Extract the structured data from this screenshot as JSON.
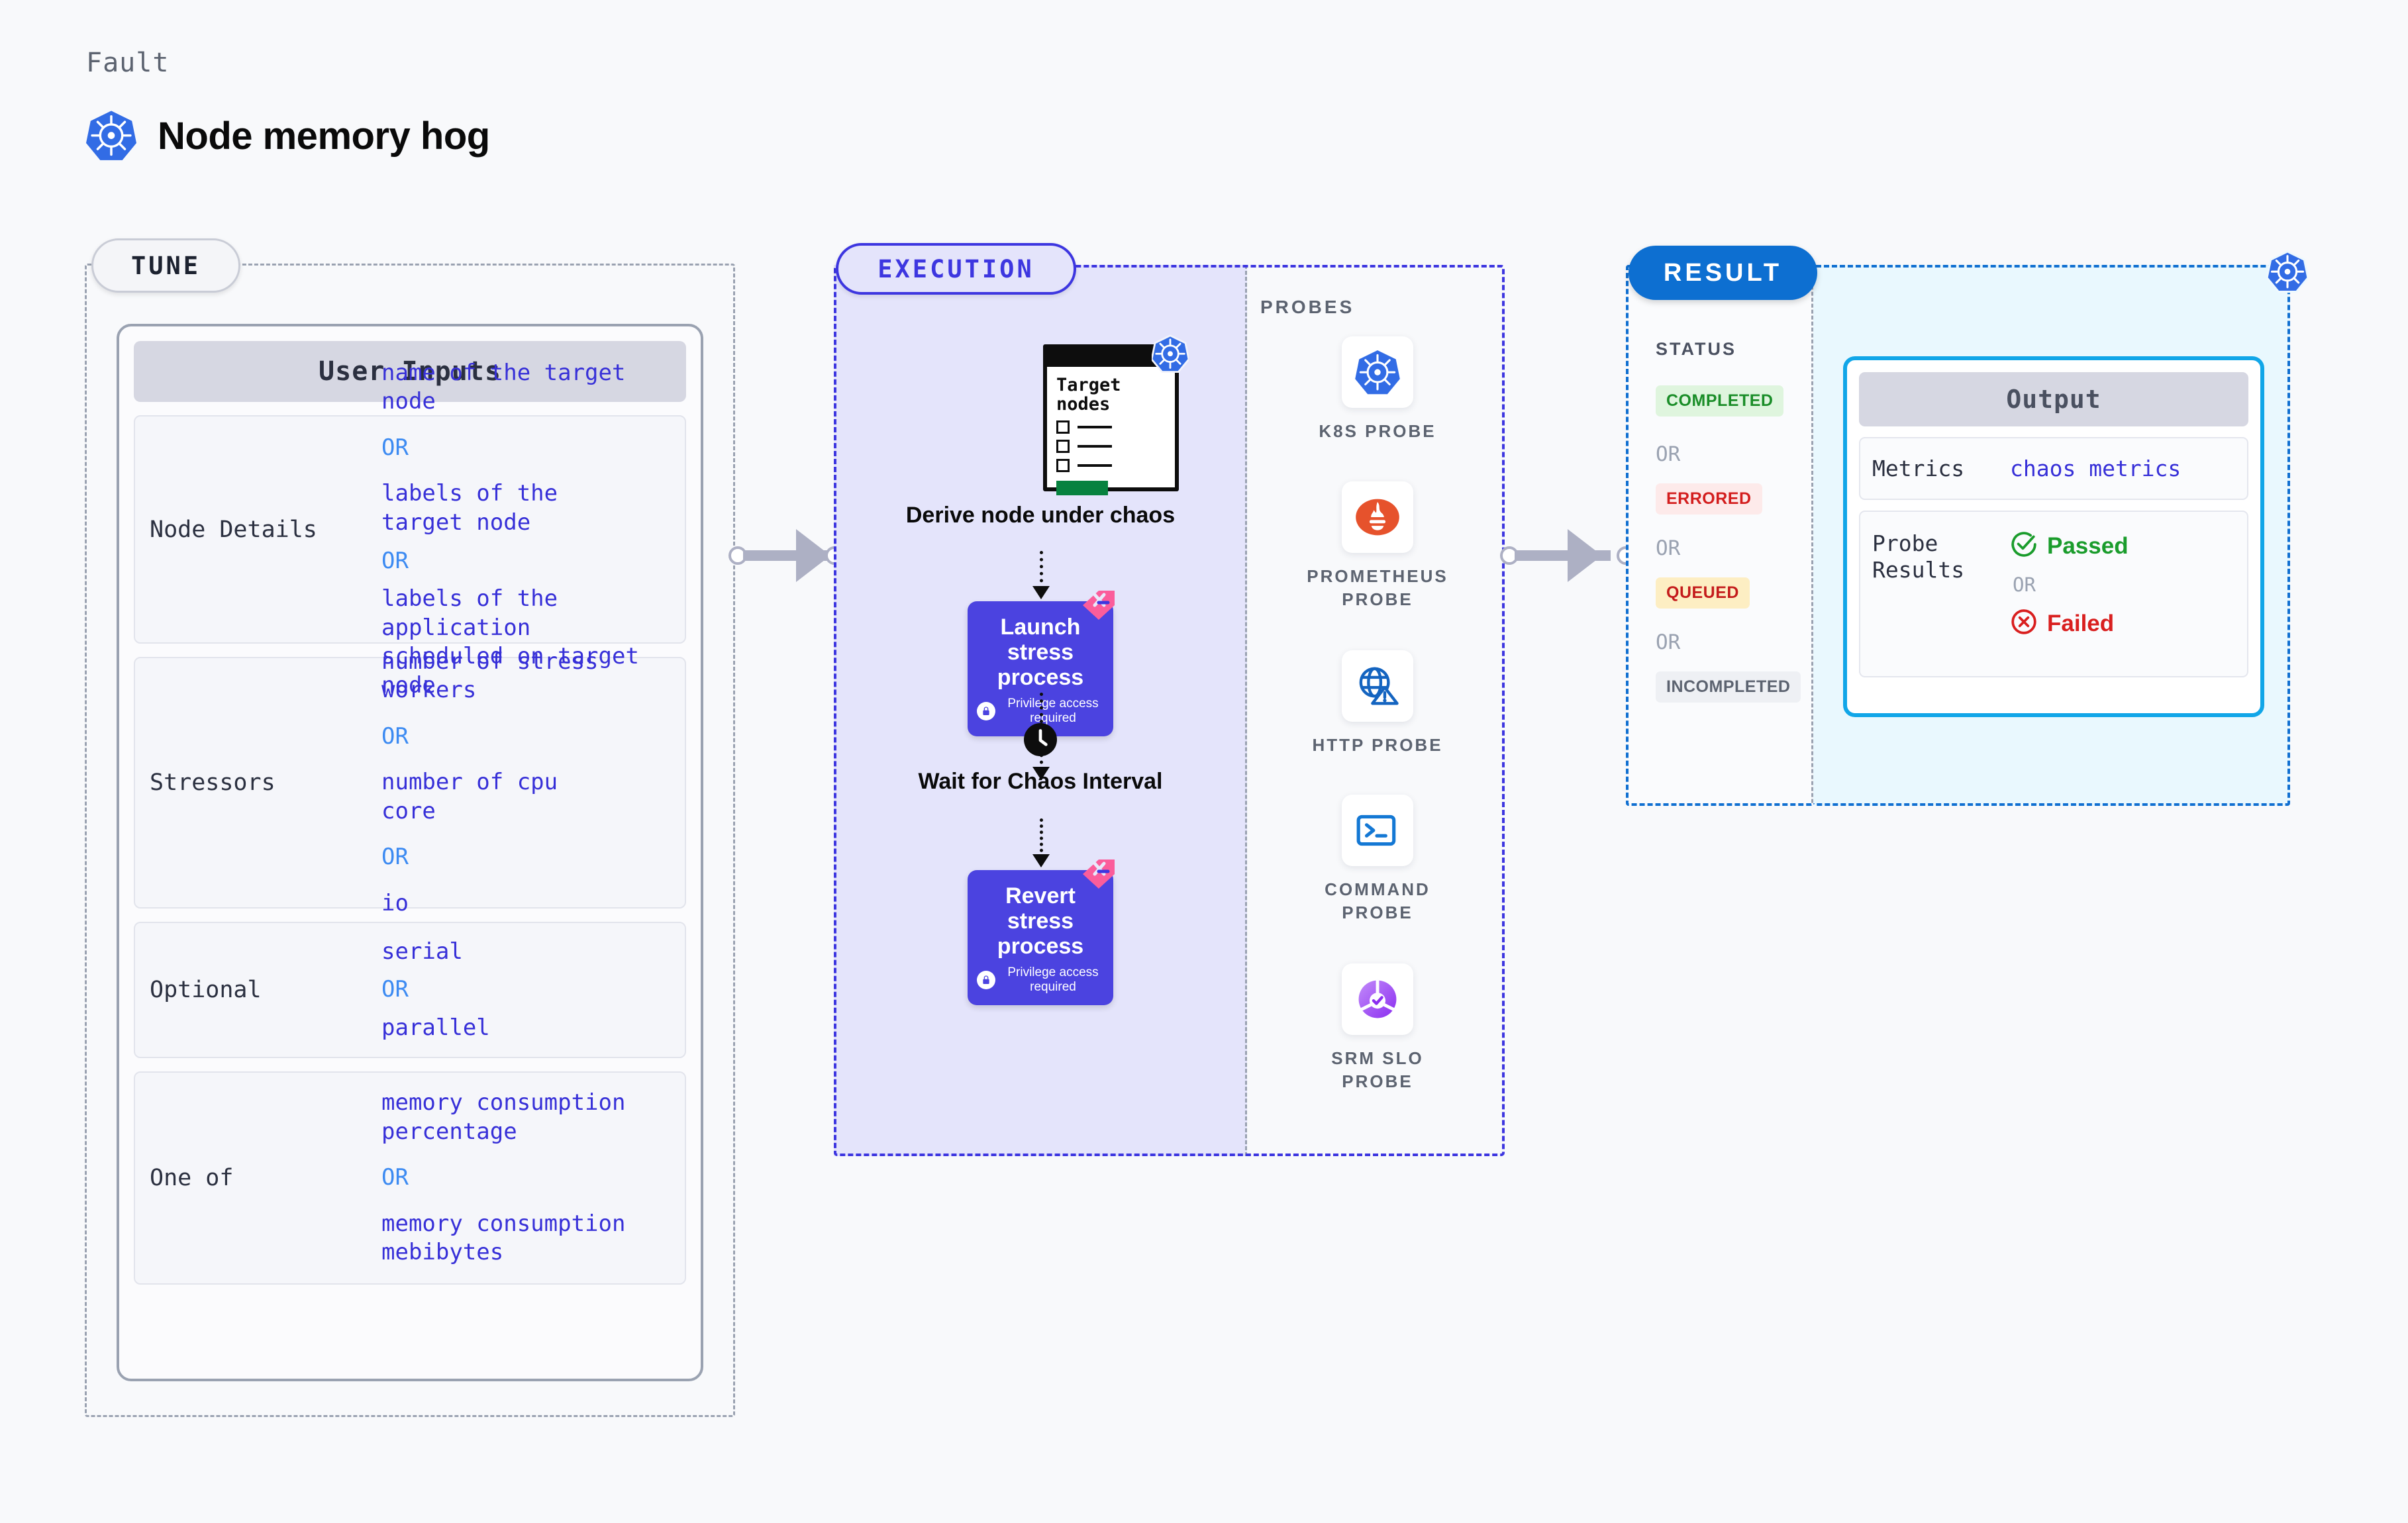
{
  "header": {
    "kicker": "Fault",
    "title": "Node memory hog",
    "icon": "kubernetes-icon"
  },
  "colors": {
    "accent_indigo": "#3d36e0",
    "process_box": "#4b43e0",
    "result_blue": "#0d6fd1",
    "output_border": "#11a6e8",
    "value_text": "#3730d8",
    "or_text": "#3d8bf2",
    "k8s_blue": "#326ce5",
    "prometheus_orange": "#e6522c",
    "ribbon_pink": "#fb5d9b",
    "passed_green": "#1a9c2c",
    "failed_red": "#d91f1f"
  },
  "tune": {
    "pill_label": "TUNE",
    "card_title": "User Inputs",
    "rows": [
      {
        "label": "Node Details",
        "values": [
          "name of the target\nnode",
          "labels of the\ntarget node",
          "labels of the application\n scheduled on target node"
        ],
        "separator": "OR"
      },
      {
        "label": "Stressors",
        "values": [
          "number of stress\nworkers",
          "number of cpu\ncore",
          "io"
        ],
        "separator": "OR"
      },
      {
        "label": "Optional",
        "values": [
          "serial",
          "parallel"
        ],
        "separator": "OR"
      },
      {
        "label": "One of",
        "values": [
          "memory consumption\npercentage",
          "memory consumption\nmebibytes"
        ],
        "separator": "OR"
      }
    ]
  },
  "execution": {
    "pill_label": "EXECUTION",
    "steps": [
      {
        "type": "window",
        "window_title": "Target\nnodes",
        "caption": "Derive node under\nchaos",
        "icon": "kubernetes-icon"
      },
      {
        "type": "process",
        "title": "Launch stress\nprocess",
        "subtitle": "Privilege access required",
        "badge": "privilege-ribbon",
        "lock": "lock-icon"
      },
      {
        "type": "clock",
        "caption": "Wait for Chaos\nInterval",
        "icon": "clock-icon"
      },
      {
        "type": "process",
        "title": "Revert stress\nprocess",
        "subtitle": "Privilege access required",
        "badge": "privilege-ribbon",
        "lock": "lock-icon"
      }
    ]
  },
  "probes": {
    "title": "PROBES",
    "items": [
      {
        "label": "K8S PROBE",
        "icon": "kubernetes-icon"
      },
      {
        "label": "PROMETHEUS\nPROBE",
        "icon": "prometheus-icon"
      },
      {
        "label": "HTTP PROBE",
        "icon": "globe-warning-icon"
      },
      {
        "label": "COMMAND\nPROBE",
        "icon": "terminal-icon"
      },
      {
        "label": "SRM SLO\nPROBE",
        "icon": "slo-donut-icon"
      }
    ]
  },
  "result": {
    "pill_label": "RESULT",
    "icon": "kubernetes-icon",
    "status_title": "STATUS",
    "separator": "OR",
    "statuses": [
      {
        "label": "COMPLETED",
        "bg": "#dff5de",
        "fg": "#1a8d28"
      },
      {
        "label": "ERRORED",
        "bg": "#fdeaea",
        "fg": "#d31e1e"
      },
      {
        "label": "QUEUED",
        "bg": "#fdeec3",
        "fg": "#c41b1b"
      },
      {
        "label": "INCOMPLETED",
        "bg": "#eef0f4",
        "fg": "#5c6370"
      }
    ],
    "output": {
      "header": "Output",
      "metrics_label": "Metrics",
      "metrics_value": "chaos metrics",
      "probe_results_label": "Probe\nResults",
      "passed_label": "Passed",
      "failed_label": "Failed",
      "separator": "OR",
      "passed_icon": "check-circle-icon",
      "failed_icon": "x-circle-icon"
    }
  }
}
